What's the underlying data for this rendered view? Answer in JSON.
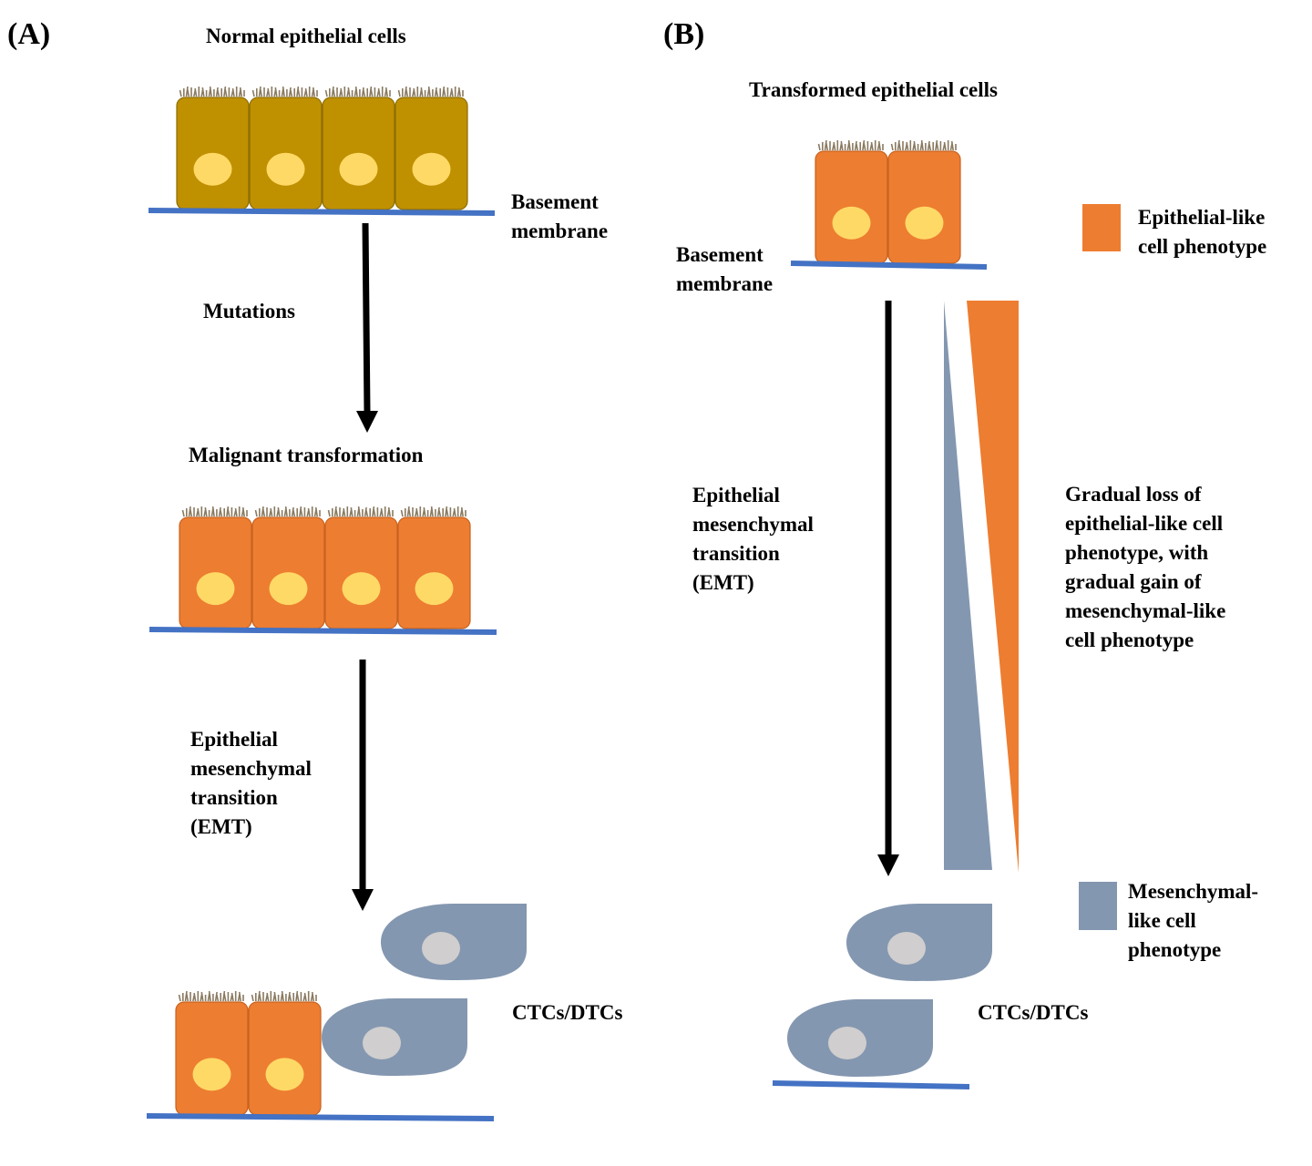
{
  "panels": {
    "a": {
      "letter": "(A)",
      "title": "Normal epithelial cells",
      "basement_membrane": [
        "Basement",
        "membrane"
      ],
      "mutations": "Mutations",
      "malignant": "Malignant transformation",
      "emt": [
        "Epithelial",
        "mesenchymal",
        "transition",
        "(EMT)"
      ],
      "ctcs": "CTCs/DTCs"
    },
    "b": {
      "letter": "(B)",
      "title": "Transformed epithelial cells",
      "basement_membrane": [
        "Basement",
        "membrane"
      ],
      "emt": [
        "Epithelial",
        "mesenchymal",
        "transition",
        "(EMT)"
      ],
      "gradual": [
        "Gradual loss of",
        "epithelial-like cell",
        "phenotype, with",
        "gradual gain of",
        "mesenchymal-like",
        "cell phenotype"
      ],
      "ctcs": "CTCs/DTCs"
    }
  },
  "legend": {
    "epithelial": [
      "Epithelial-like",
      "cell phenotype"
    ],
    "mesenchymal": [
      "Mesenchymal-",
      "like cell",
      "phenotype"
    ]
  },
  "colors": {
    "normal_cell": "#bf9000",
    "normal_cell_border": "#8c6d00",
    "transformed_cell": "#ed7d31",
    "transformed_cell_border": "#c7621f",
    "nucleus": "#ffd966",
    "mesenchymal_cell": "#8497b0",
    "mesenchymal_nucleus": "#d0cece",
    "membrane": "#4472c4",
    "arrow": "#000000",
    "cilia": "#8a7a60"
  },
  "icons": [
    "epithelial-cell",
    "cilia",
    "nucleus",
    "mesenchymal-cell",
    "down-arrow",
    "wedge"
  ]
}
